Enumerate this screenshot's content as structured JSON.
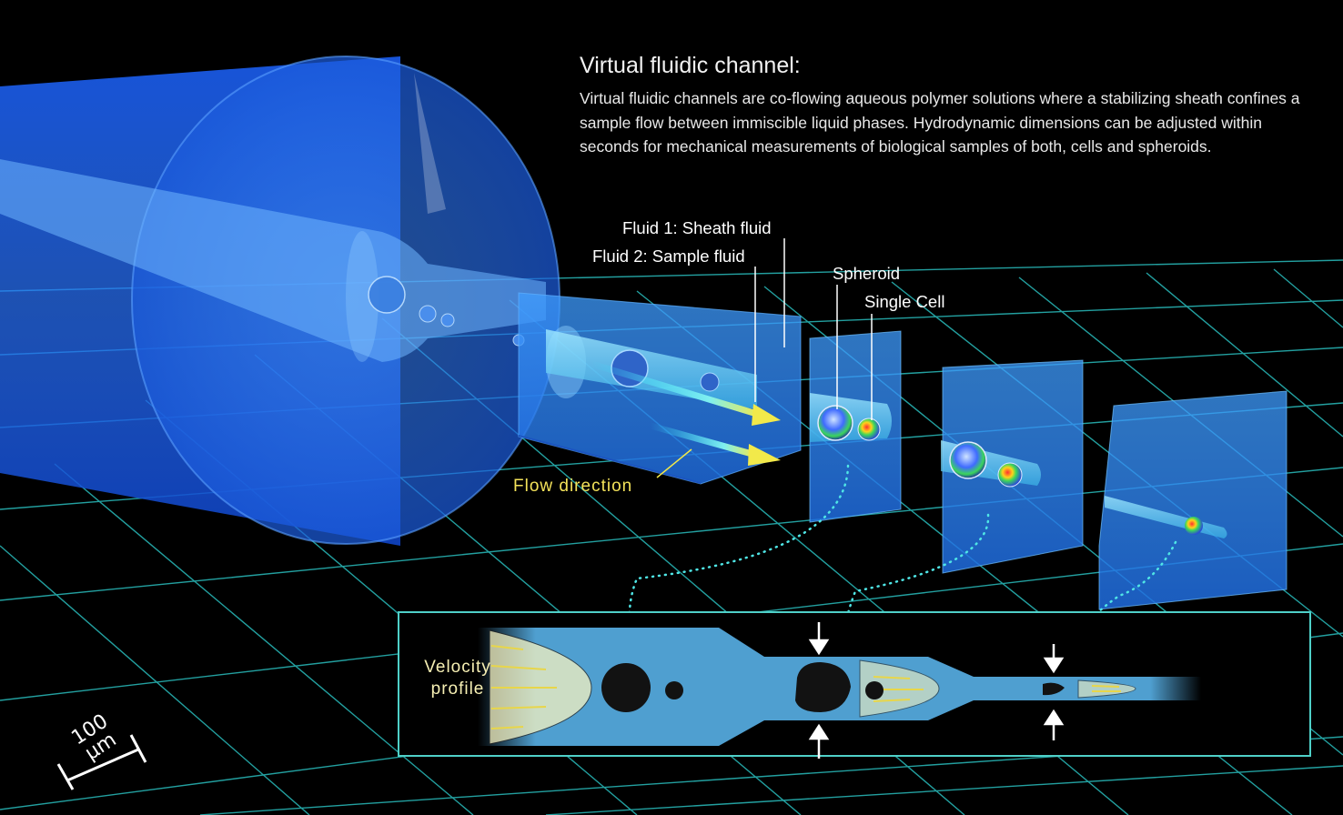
{
  "header": {
    "title": "Virtual fluidic channel:",
    "description": "Virtual fluidic channels are co-flowing aqueous polymer solutions where a stabilizing sheath confines a sample flow between immiscible liquid phases. Hydrodynamic dimensions can be adjusted within seconds for mechanical measurements of biological samples of both, cells and spheroids."
  },
  "labels": {
    "fluid1": "Fluid 1: Sheath fluid",
    "fluid2": "Fluid 2: Sample fluid",
    "spheroid": "Spheroid",
    "single_cell": "Single Cell",
    "flow_direction": "Flow direction",
    "velocity_profile": "Velocity profile"
  },
  "scale_bar": {
    "value": "100",
    "unit": "µm"
  },
  "colors": {
    "background": "#000000",
    "grid": "#2fd6d6",
    "sheath": "#1e6cff",
    "sample_channel": "#5fd4f5",
    "arrow": "#f2e94a",
    "inset_fluid": "#4f9fd0",
    "inset_border": "#4fd0c8",
    "velocity_fill": "#f6f2c0",
    "cells": "#101010"
  }
}
